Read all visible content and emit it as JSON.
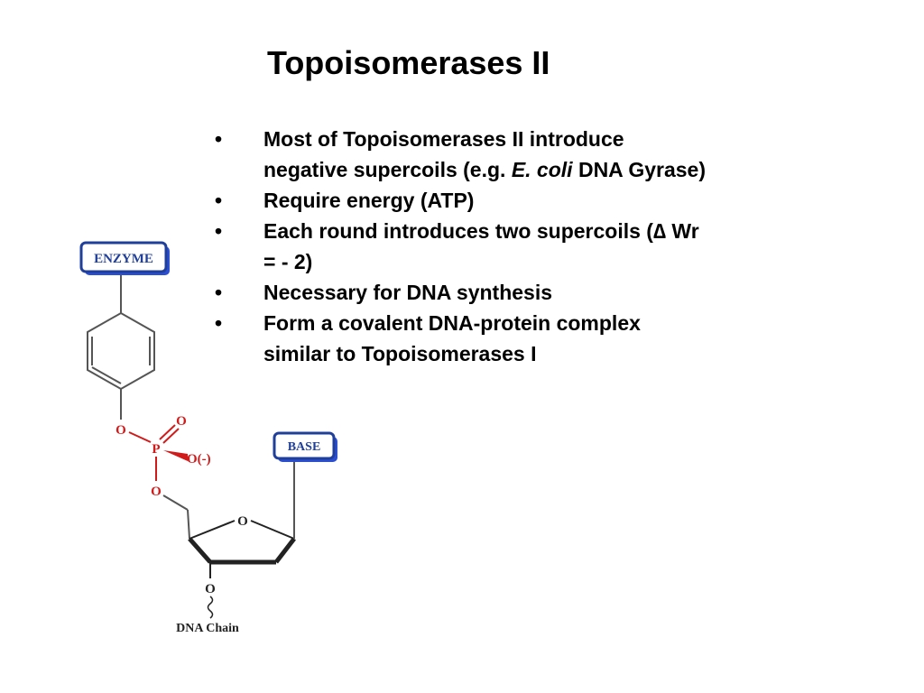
{
  "slide": {
    "title": "Topoisomerases II"
  },
  "bullets": [
    {
      "lines": [
        [
          "Most of Topoisomerases II introduce"
        ],
        [
          "negative supercoils (e.g. ",
          {
            "italic": "E. coli"
          },
          " DNA Gyrase)"
        ]
      ]
    },
    {
      "lines": [
        [
          "Require energy (ATP)"
        ]
      ]
    },
    {
      "lines": [
        [
          "Each round introduces two supercoils (∆ Wr"
        ],
        [
          "= - 2)"
        ]
      ]
    },
    {
      "lines": [
        [
          "Necessary for DNA synthesis"
        ]
      ]
    },
    {
      "lines": [
        [
          "Form a covalent DNA-protein complex"
        ],
        [
          "similar to Topoisomerases I"
        ]
      ]
    }
  ],
  "bullet_symbol": "•",
  "molecule": {
    "enzyme_label": "ENZYME",
    "base_label": "BASE",
    "oxygen": "O",
    "phosphorus": "P",
    "o_minus": "O(-)",
    "dna_chain": "DNA Chain"
  },
  "colors": {
    "label_blue": "#1f3f9a",
    "label_shadow": "#2b4fd0",
    "phosphate_red": "#d11a1a",
    "bond_gray": "#555555"
  }
}
